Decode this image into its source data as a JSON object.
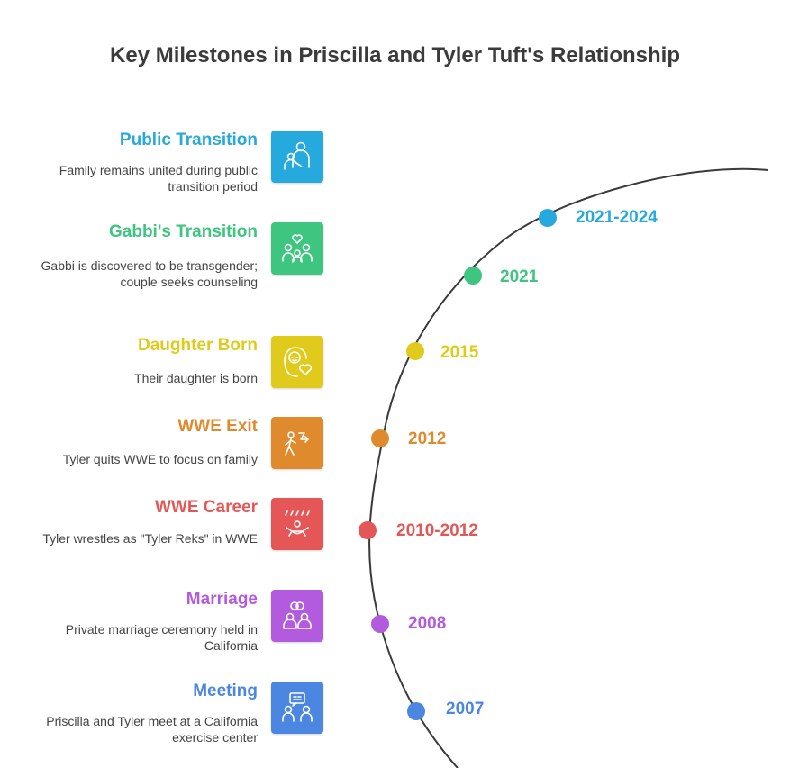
{
  "title": "Key Milestones in Priscilla and Tyler Tuft's Relationship",
  "milestones": [
    {
      "title": "Public Transition",
      "description": "Family remains united during public transition period",
      "year": "2021-2024",
      "color": "#26a9dd",
      "icon": "family-embrace-icon"
    },
    {
      "title": "Gabbi's Transition",
      "description": "Gabbi is discovered to be transgender; couple seeks counseling",
      "year": "2021",
      "color": "#3ec57f",
      "icon": "family-heart-icon"
    },
    {
      "title": "Daughter Born",
      "description": "Their daughter is born",
      "year": "2015",
      "color": "#e0cb1c",
      "icon": "baby-heart-icon"
    },
    {
      "title": "WWE Exit",
      "description": "Tyler quits WWE to focus on family",
      "year": "2012",
      "color": "#e08a2e",
      "icon": "exit-walking-icon"
    },
    {
      "title": "WWE Career",
      "description": "Tyler wrestles as \"Tyler Reks\" in WWE",
      "year": "2010-2012",
      "color": "#e55757",
      "icon": "wrestler-spotlight-icon"
    },
    {
      "title": "Marriage",
      "description": "Private marriage ceremony held in California",
      "year": "2008",
      "color": "#b35bde",
      "icon": "wedding-rings-icon"
    },
    {
      "title": "Meeting",
      "description": "Priscilla and Tyler meet at a California exercise center",
      "year": "2007",
      "color": "#4b86e0",
      "icon": "meeting-people-icon"
    }
  ]
}
